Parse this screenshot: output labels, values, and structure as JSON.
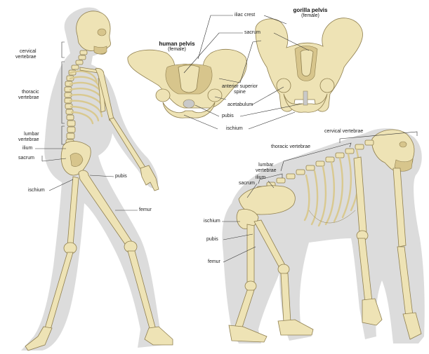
{
  "colors": {
    "bone": "#eee3b5",
    "bone_shade": "#d7c58c",
    "outline": "#8f7f4f",
    "silhouette": "#dcdcdc",
    "leader": "#333333"
  },
  "pelvis_titles": {
    "human": {
      "title": "human pelvis",
      "subtitle": "(female)"
    },
    "gorilla": {
      "title": "gorilla pelvis",
      "subtitle": "(female)"
    }
  },
  "labels": {
    "human": {
      "cervical": "cervical\nvertebrae",
      "thoracic": "thoracic\nvertebrae",
      "lumbar": "lumbar\nvertebrae",
      "ilium": "ilium",
      "sacrum": "sacrum",
      "ischium": "ischium",
      "pubis": "pubis",
      "femur": "femur"
    },
    "pelvis": {
      "iliac_crest": "iliac crest",
      "sacrum": "sacrum",
      "anterior_superior_spine": "anterior superior\nspine",
      "acetabulum": "acetabulum",
      "pubis": "pubis",
      "ischium": "ischium"
    },
    "gorilla": {
      "cervical": "cervical vertebrae",
      "thoracic": "thoracic vertebrae",
      "lumbar": "lumbar\nvertebrae",
      "ilium": "ilium",
      "sacrum": "sacrum",
      "ischium": "ischium",
      "pubis": "pubis",
      "femur": "femur"
    }
  }
}
